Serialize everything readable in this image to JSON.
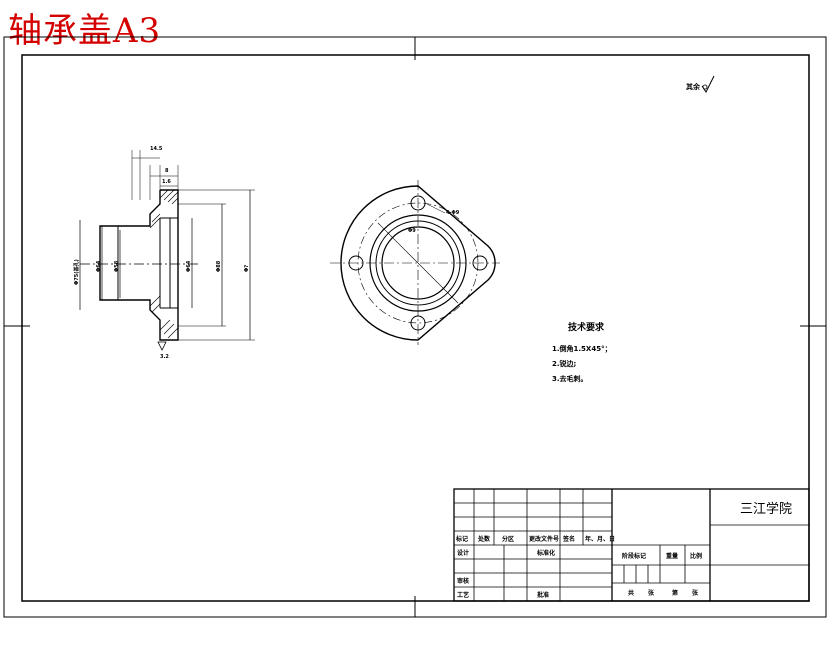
{
  "title_banner": "轴承盖A3",
  "surface_mark": "其余",
  "tech_requirements": {
    "heading": "技术要求",
    "items": [
      "1.倒角1.5X45°；",
      "2.锐边;",
      "3.去毛刺。"
    ]
  },
  "dimensions": {
    "top_a": "14.5",
    "top_b": "8",
    "top_c": "1.6",
    "left_note": "Φ75(基孔)",
    "d1": "Φ64",
    "d2": "Φ58",
    "d3": "Φ64",
    "d4": "Φ88",
    "d5": "Φ?",
    "hole": "4-Φ9",
    "center": "Φ9",
    "roughness": "3.2"
  },
  "title_block": {
    "school": "三江学院",
    "row_labels": [
      "标记",
      "处数",
      "分区",
      "更改文件号",
      "签名",
      "年、月、日"
    ],
    "design_label": "设计",
    "standard_label": "标准化",
    "review_label": "审核",
    "process_label": "工艺",
    "approve_label": "批准",
    "stage_label": "阶段标记",
    "weight_label": "重量",
    "scale_label": "比例",
    "sheet_labels": [
      "共",
      "张",
      "第",
      "张"
    ]
  }
}
